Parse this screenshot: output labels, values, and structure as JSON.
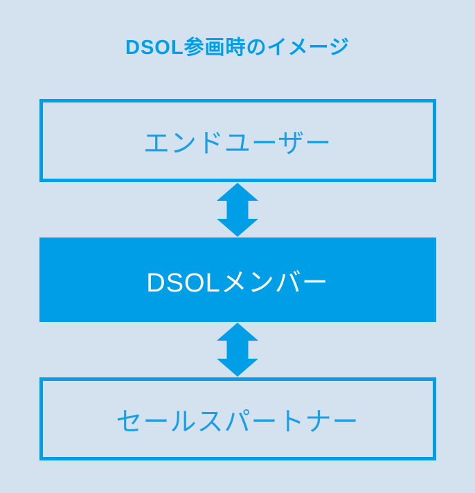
{
  "page": {
    "background_color": "#d3e2ee",
    "accent_color": "#009ee7",
    "outlined_text_color": "#1b9ee4",
    "filled_text_color": "#ffffff"
  },
  "diagram": {
    "title": "DSOL参画時のイメージ",
    "nodes": [
      {
        "id": "end-user",
        "label": "エンドユーザー",
        "style": "outlined"
      },
      {
        "id": "dsol-member",
        "label": "DSOLメンバー",
        "style": "filled"
      },
      {
        "id": "sales-partner",
        "label": "セールスパートナー",
        "style": "outlined"
      }
    ],
    "connectors": [
      {
        "from": "end-user",
        "to": "dsol-member",
        "type": "double-headed-vertical-arrow"
      },
      {
        "from": "dsol-member",
        "to": "sales-partner",
        "type": "double-headed-vertical-arrow"
      }
    ]
  }
}
